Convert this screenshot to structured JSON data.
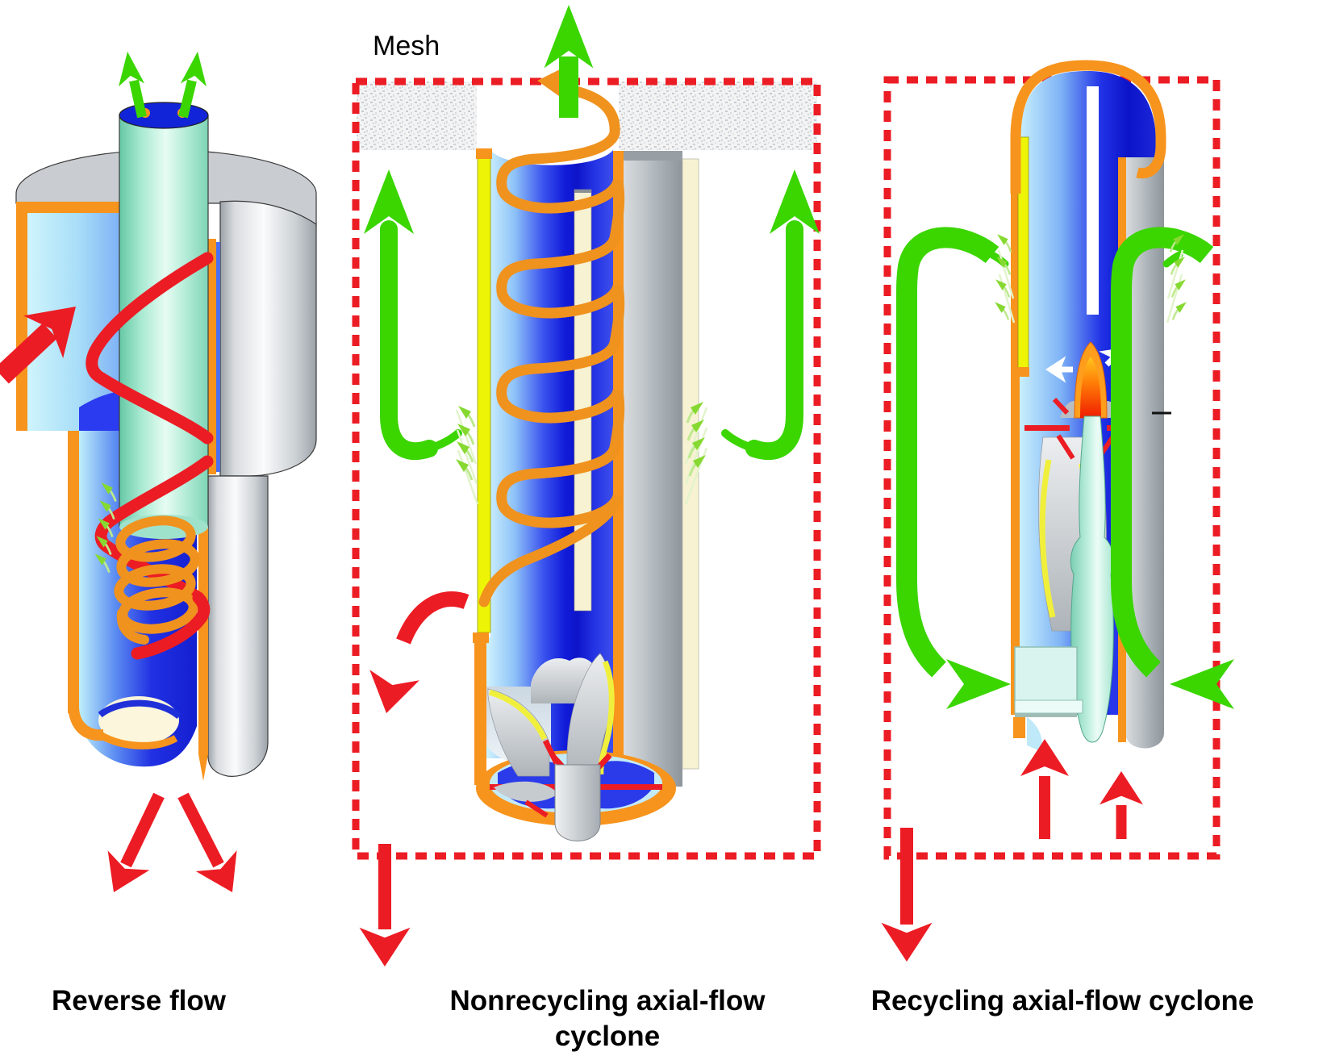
{
  "diagram": {
    "type": "cyclone-separator-comparison",
    "mesh_label": "Mesh",
    "panels": {
      "reverse_flow": {
        "title": "Reverse flow"
      },
      "nonrecycling": {
        "title_line1": "Nonrecycling axial-flow",
        "title_line2": "cyclone"
      },
      "recycling": {
        "title": "Recycling axial-flow cyclone"
      }
    },
    "colors": {
      "dirty_flow_red": "#EC1C24",
      "clean_gas_green": "#3BD500",
      "leakage_chevron_green": "#86D930",
      "cut_wall_orange": "#F7941D",
      "spiral_orange": "#F0921E",
      "filter_yellow": "#EDF406",
      "filter_cream": "#F7F2D2",
      "interior_blue": "#1520E0",
      "shell_grey": "#C9CDD1",
      "vortex_finder_teal": "#9ADFC5",
      "dashed_boundary_red": "#EC1C24"
    }
  }
}
